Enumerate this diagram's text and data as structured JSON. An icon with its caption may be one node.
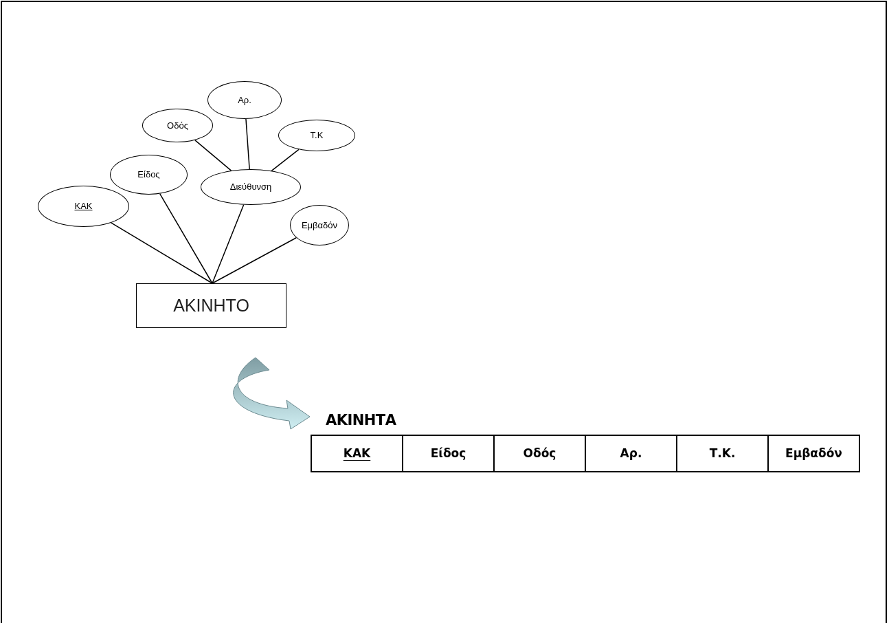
{
  "diagram": {
    "nodes": [
      {
        "text": [
          "Αρ."
        ]
      },
      {
        "text": [
          "Οδός"
        ]
      },
      {
        "text": [
          "Τ.Κ"
        ]
      },
      {
        "text": [
          "Είδος"
        ]
      },
      {
        "text": [
          "Διεύθυνση"
        ]
      },
      {
        "text": [
          "ΚΑΚ"
        ]
      },
      {
        "text": [
          "Εμβαδόν"
        ]
      },
      {
        "text": [
          "ΑΚΙΝΗΤΟ"
        ]
      },
      {
        "text": [
          "ΑΚΙΝΗΤΑ"
        ]
      },
      {
        "text": [
          "ΚΑΚ"
        ],
        "in": 8
      },
      {
        "text": [
          "Είδος"
        ],
        "in": 8
      },
      {
        "text": [
          "Οδός"
        ],
        "in": 8
      },
      {
        "text": [
          "Αρ."
        ],
        "in": 8
      },
      {
        "text": [
          "Τ.Κ."
        ],
        "in": 8
      },
      {
        "text": [
          "Εμβαδόν"
        ],
        "in": 8
      }
    ],
    "edges": [
      {
        "from": 7,
        "to": 5,
        "arrow": "none"
      },
      {
        "from": 7,
        "to": 3,
        "arrow": "none"
      },
      {
        "from": 7,
        "to": 4,
        "arrow": "none"
      },
      {
        "from": 7,
        "to": 6,
        "arrow": "none"
      },
      {
        "from": 4,
        "to": 1,
        "arrow": "none"
      },
      {
        "from": 4,
        "to": 0,
        "arrow": "none"
      },
      {
        "from": 4,
        "to": 2,
        "arrow": "none"
      },
      {
        "from": null,
        "to": 8,
        "arrow": "to"
      }
    ]
  }
}
